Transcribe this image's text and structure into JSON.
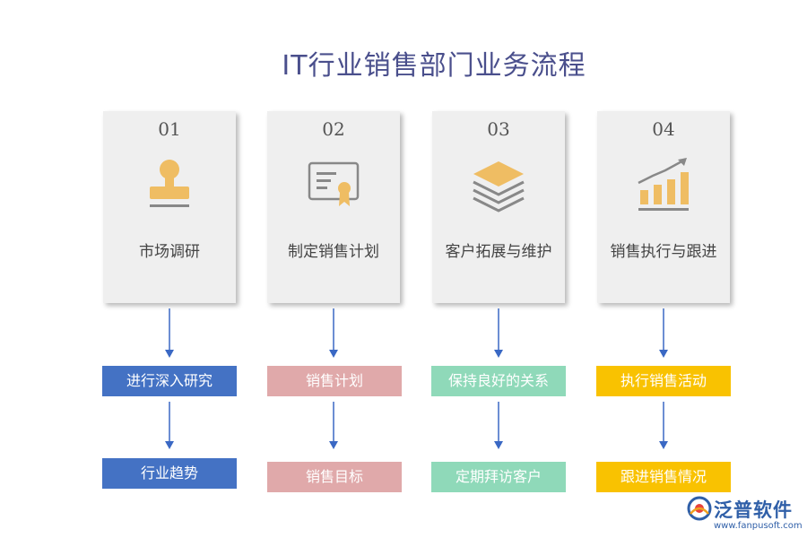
{
  "title": "IT行业销售部门业务流程",
  "colors": {
    "title": "#4a4f8c",
    "card_bg": "#efefef",
    "icon": "#efbd63",
    "icon_line": "#888888",
    "arrow": "#3a68c4",
    "logo": "#2f5fa8"
  },
  "steps": [
    {
      "number": "01",
      "label": "市场调研",
      "icon": "stamp-icon",
      "color": "#4472c4",
      "items": [
        "进行深入研究",
        "行业趋势"
      ]
    },
    {
      "number": "02",
      "label": "制定销售计划",
      "icon": "certificate-icon",
      "color": "#e0a9aa",
      "items": [
        "销售计划",
        "销售目标"
      ]
    },
    {
      "number": "03",
      "label": "客户拓展与维护",
      "icon": "layers-icon",
      "color": "#8fd9b9",
      "items": [
        "保持良好的关系",
        "定期拜访客户"
      ]
    },
    {
      "number": "04",
      "label": "销售执行与跟进",
      "icon": "growth-chart-icon",
      "color": "#f9c201",
      "items": [
        "执行销售活动",
        "跟进销售情况"
      ]
    }
  ],
  "logo": {
    "name": "泛普软件",
    "url": "www.fanpusoft.com"
  }
}
